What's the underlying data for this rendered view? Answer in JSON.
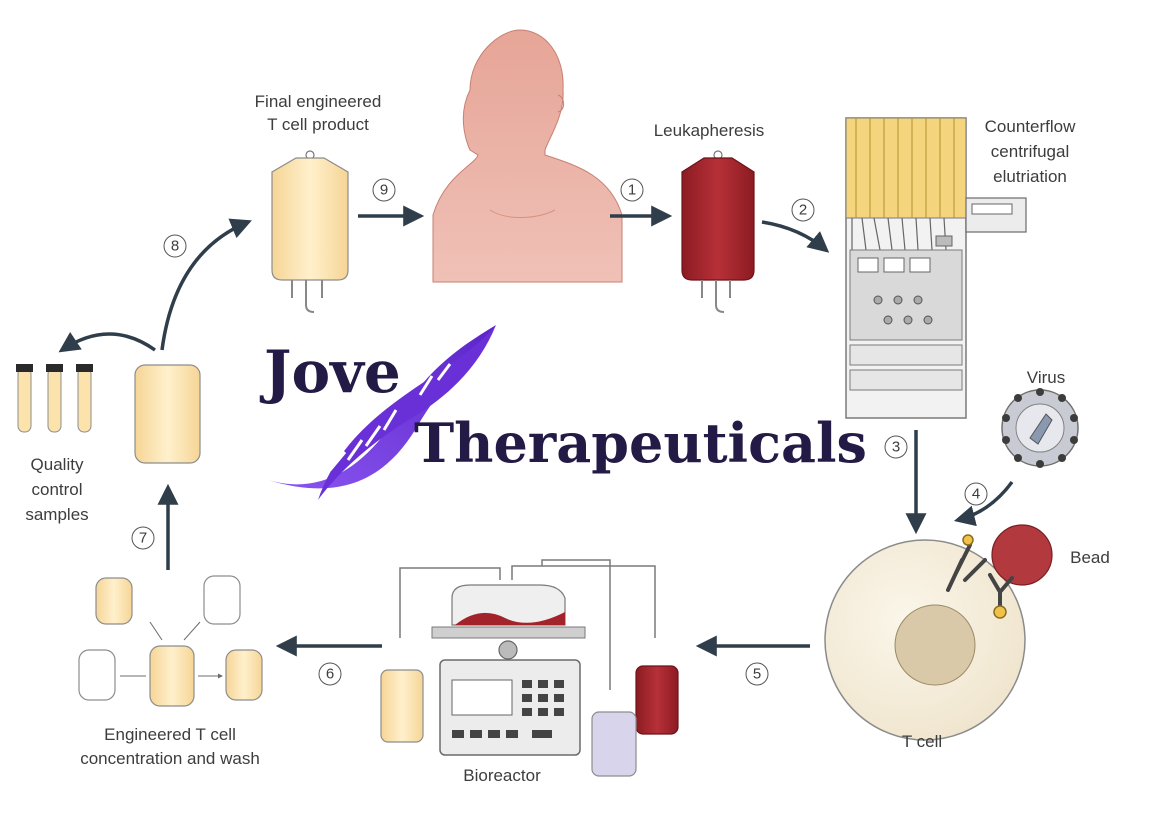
{
  "labels": {
    "final_product_1": "Final engineered",
    "final_product_2": "T cell product",
    "leukapheresis": "Leukapheresis",
    "counterflow_1": "Counterflow",
    "counterflow_2": "centrifugal",
    "counterflow_3": "elutriation",
    "virus": "Virus",
    "bead": "Bead",
    "tcell": "T cell",
    "bioreactor": "Bioreactor",
    "engineered_1": "Engineered T cell",
    "engineered_2": "concentration and wash",
    "qc_1": "Quality",
    "qc_2": "control",
    "qc_3": "samples"
  },
  "steps": [
    "1",
    "2",
    "3",
    "4",
    "5",
    "6",
    "7",
    "8",
    "9"
  ],
  "brand": {
    "line1": "Jove",
    "line2": "Therapeuticals"
  },
  "colors": {
    "arrow": "#2f3e4a",
    "bag_cream": "#fbe3ab",
    "blood": "#a3232a",
    "skin": "#e8a89d",
    "purple": "#7b3fe4",
    "brand_text": "#231a45",
    "lavender": "#d8d4ec"
  }
}
